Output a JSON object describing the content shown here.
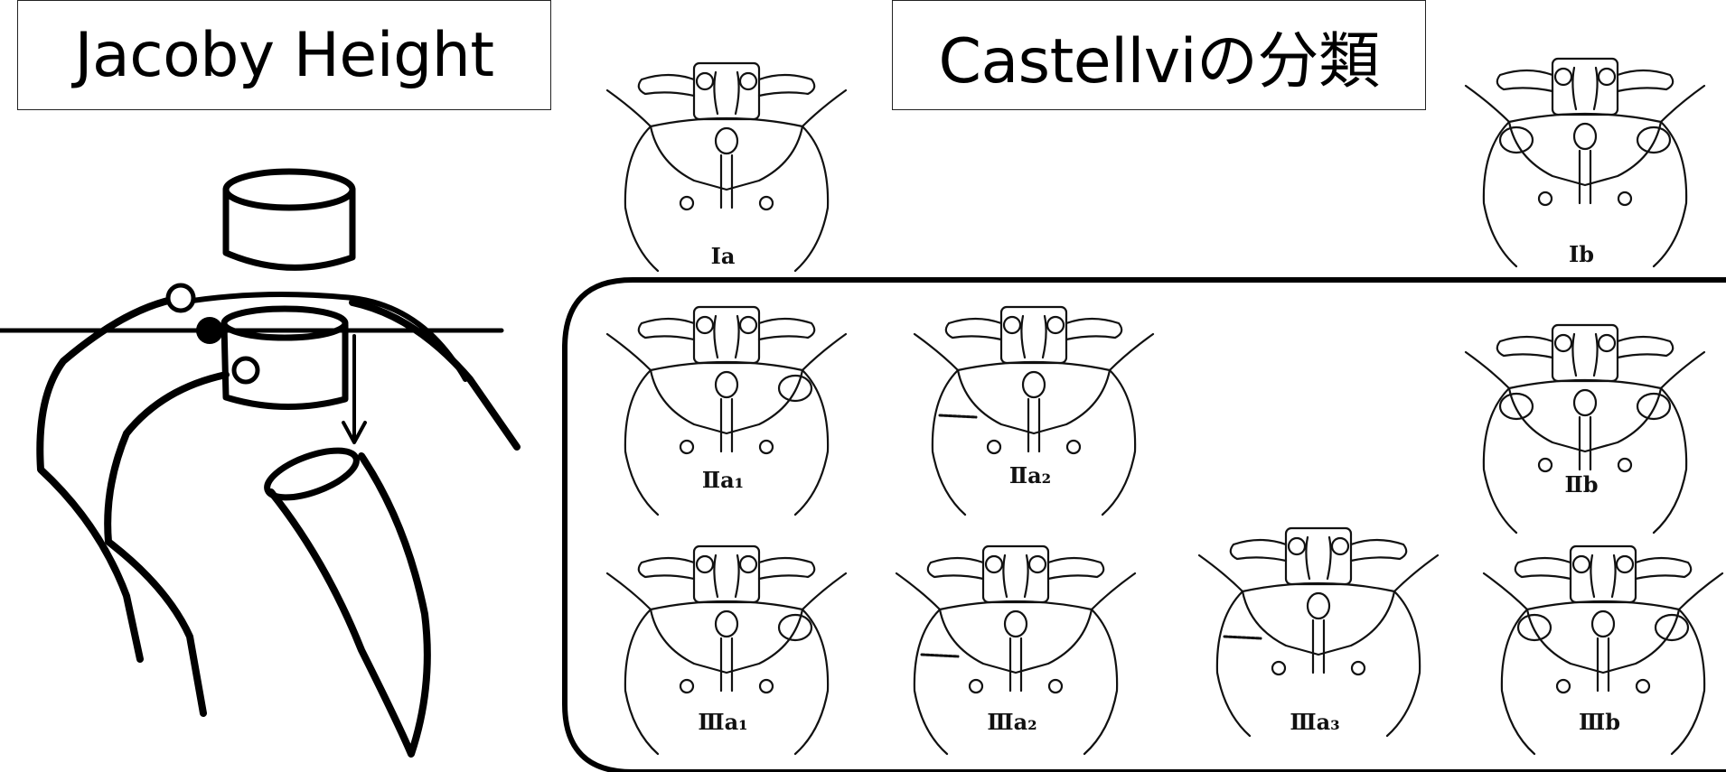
{
  "jacoby": {
    "title": "Jacoby Height"
  },
  "castellvi": {
    "title": "Castellviの分類",
    "types": [
      {
        "id": "Ia",
        "label": "Ⅰa"
      },
      {
        "id": "Ib",
        "label": "Ⅰb"
      },
      {
        "id": "IIa1",
        "label": "Ⅱa₁"
      },
      {
        "id": "IIa2",
        "label": "Ⅱa₂"
      },
      {
        "id": "IIb",
        "label": "Ⅱb"
      },
      {
        "id": "IIIa1",
        "label": "Ⅲa₁"
      },
      {
        "id": "IIIa2",
        "label": "Ⅲa₂"
      },
      {
        "id": "IIIa3",
        "label": "Ⅲa₃"
      },
      {
        "id": "IIIb",
        "label": "Ⅲb"
      }
    ]
  }
}
